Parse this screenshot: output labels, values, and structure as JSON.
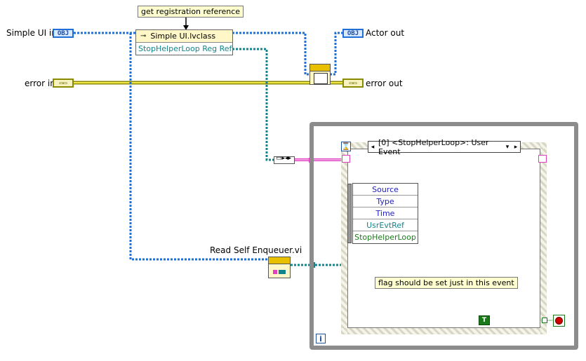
{
  "inputs": {
    "simple_ui_in": {
      "label": "Simple UI in",
      "glyph": "OBJ"
    },
    "error_in": {
      "label": "error in"
    }
  },
  "outputs": {
    "actor_out": {
      "label": "Actor out",
      "glyph": "OBJ"
    },
    "error_out": {
      "label": "error out"
    }
  },
  "notes": {
    "registration": "get registration reference",
    "flag": "flag should be set just in this event"
  },
  "class_node": {
    "title": "Simple UI.lvclass",
    "property": "StopHelperLoop Reg Ref"
  },
  "subvi_label": "Read Self Enqueuer.vi",
  "event_selector": {
    "text": "[0] <StopHelperLoop>: User Event"
  },
  "event_data_fields": [
    {
      "label": "Source",
      "color": "#2020c0"
    },
    {
      "label": "Type",
      "color": "#2020c0"
    },
    {
      "label": "Time",
      "color": "#2020c0"
    },
    {
      "label": "UsrEvtRef",
      "color": "#14848c"
    },
    {
      "label": "StopHelperLoop",
      "color": "#1a7a1a"
    }
  ],
  "true_constant": "T",
  "loop_iteration": "i",
  "colors": {
    "class_wire": "#14848c",
    "obj_wire": "#1e6fd6",
    "error_wire": "#8a8a00",
    "event_wire": "#e040c0",
    "bool_wire": "#1a7a1a",
    "stop": "#d00000"
  }
}
